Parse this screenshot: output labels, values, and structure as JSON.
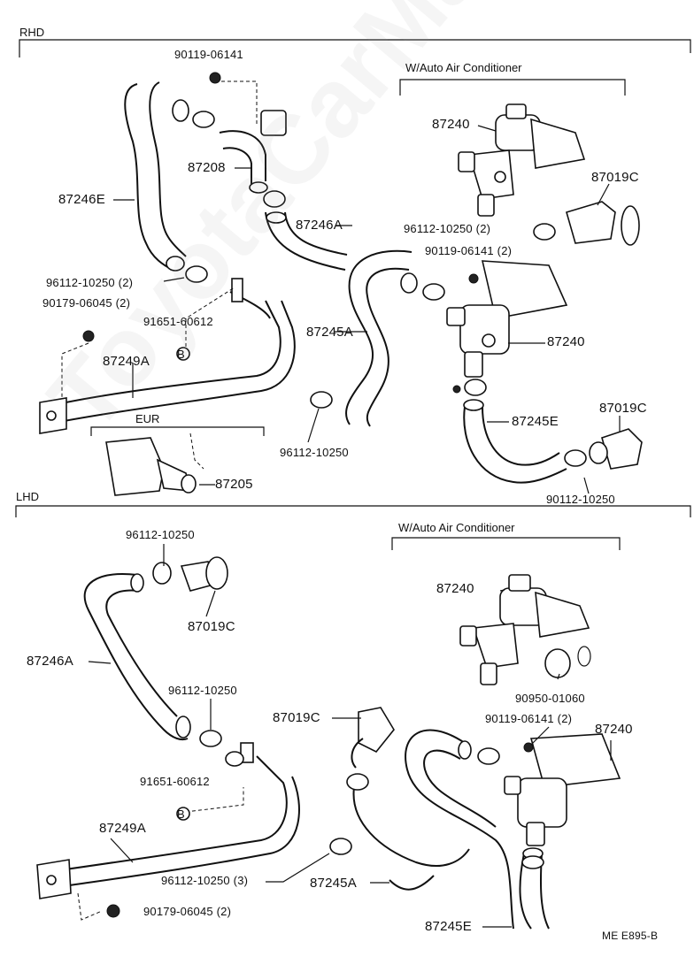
{
  "watermark": "ToyotaCarMart.ru",
  "figure_code": "ME E895-B",
  "sections": {
    "rhd": "RHD",
    "lhd": "LHD",
    "eur": "EUR",
    "auto_ac_top": "W/Auto Air Conditioner",
    "auto_ac_bottom": "W/Auto Air Conditioner"
  },
  "rhd_labels": {
    "p90119_06141_top": "90119-06141",
    "p87208": "87208",
    "p87246E": "87246E",
    "p87246A": "87246A",
    "p96112_10250_2_left": "96112-10250 (2)",
    "p90179_06045_2": "90179-06045 (2)",
    "p91651_60612": "91651-60612",
    "p87249A": "87249A",
    "p87245A": "87245A",
    "p96112_10250_mid": "96112-10250",
    "p87205": "87205",
    "p87240_top": "87240",
    "p87019C_top": "87019C",
    "p96112_10250_2_right": "96112-10250 (2)",
    "p90119_06141_2": "90119-06141 (2)",
    "p87240_mid": "87240",
    "p87019C_mid": "87019C",
    "p87245E": "87245E",
    "p90112_10250": "90112-10250"
  },
  "lhd_labels": {
    "p96112_10250_top": "96112-10250",
    "p87019C_left": "87019C",
    "p87246A": "87246A",
    "p96112_10250_mid": "96112-10250",
    "p91651_60612": "91651-60612",
    "p87249A": "87249A",
    "p96112_10250_3": "96112-10250 (3)",
    "p90179_06045_2": "90179-06045 (2)",
    "p87240_top": "87240",
    "p90950_01060": "90950-01060",
    "p87019C_mid": "87019C",
    "p90119_06141_2": "90119-06141 (2)",
    "p87240_right": "87240",
    "p87245A": "87245A",
    "p87245E": "87245E"
  },
  "callouts": {
    "b_marker": "B"
  }
}
